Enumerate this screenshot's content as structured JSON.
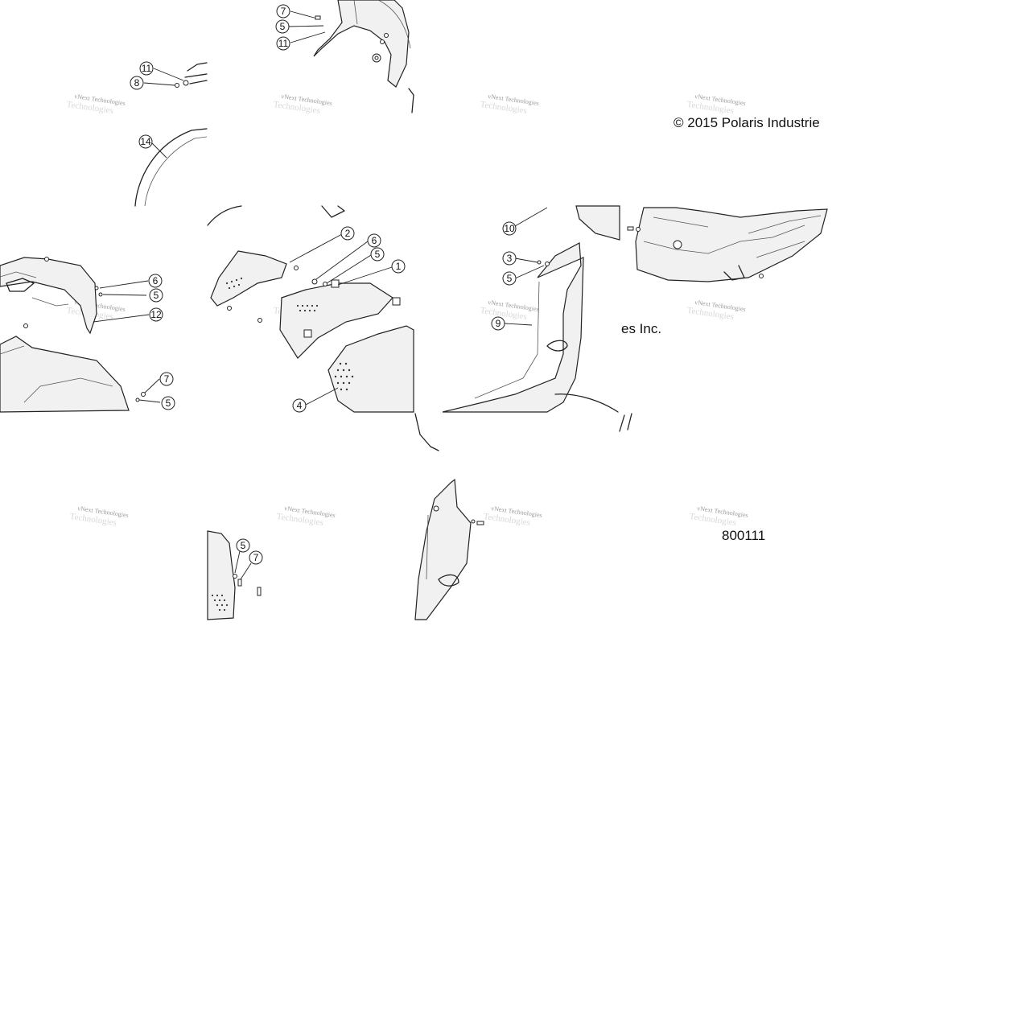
{
  "copyright_left": "© 2015 Polaris Industrie",
  "copyright_right": "es Inc.",
  "diagram_code": "800111",
  "watermark": {
    "line1": "vNext Technologies",
    "line2": "Technologies"
  },
  "callouts": [
    {
      "label": "7"
    },
    {
      "label": "5"
    },
    {
      "label": "11"
    },
    {
      "label": "11"
    },
    {
      "label": "8"
    },
    {
      "label": "14"
    },
    {
      "label": "6"
    },
    {
      "label": "5"
    },
    {
      "label": "12"
    },
    {
      "label": "7"
    },
    {
      "label": "5"
    },
    {
      "label": "2"
    },
    {
      "label": "6"
    },
    {
      "label": "5"
    },
    {
      "label": "1"
    },
    {
      "label": "4"
    },
    {
      "label": "10"
    },
    {
      "label": "3"
    },
    {
      "label": "5"
    },
    {
      "label": "9"
    },
    {
      "label": "5"
    },
    {
      "label": "7"
    }
  ]
}
